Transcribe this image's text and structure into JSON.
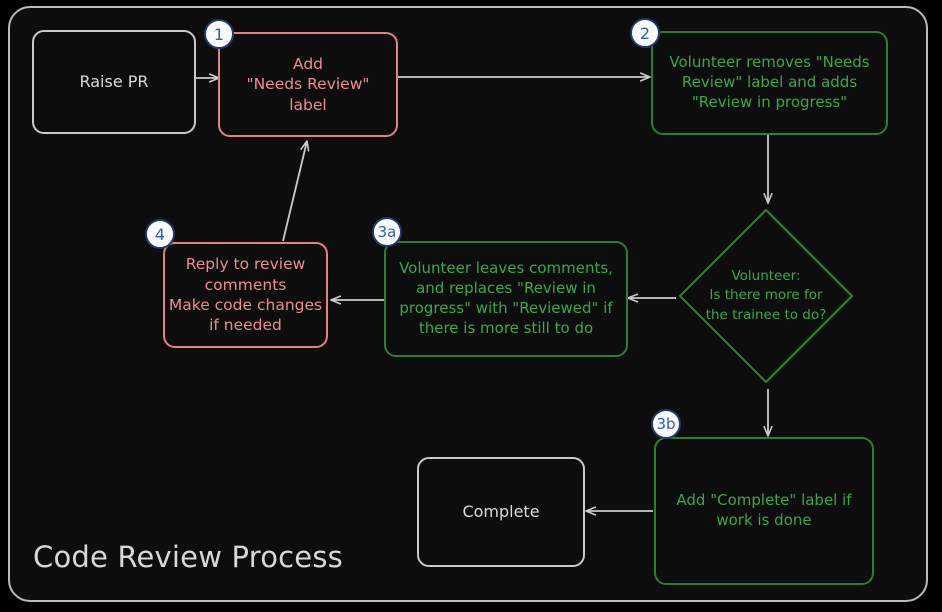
{
  "diagram": {
    "title": "Code Review Process",
    "type": "flowchart",
    "colors": {
      "page_background": "#000000",
      "frame_background": "#0d0d0d",
      "frame_border": "#b9bbbe",
      "gray_node": "#c8cace",
      "red_node": "#e4808c",
      "red_text": "#ef8b95",
      "green_node": "#2e7d32",
      "green_text": "#3aa84a",
      "badge_fill": "#fbfbfd",
      "badge_ring": "#24386e",
      "badge_text": "#2b5dbd",
      "edge": "#c9cbce"
    },
    "nodes": [
      {
        "id": "raise-pr",
        "label": "Raise PR",
        "shape": "rounded-rect",
        "style": "gray",
        "badge": null
      },
      {
        "id": "add-needs-review",
        "label": "Add\n\"Needs Review\"\nlabel",
        "shape": "rounded-rect",
        "style": "red",
        "badge": "1"
      },
      {
        "id": "volunteer-removes",
        "label": "Volunteer removes \"Needs\nReview\" label and adds\n\"Review in progress\"",
        "shape": "rounded-rect",
        "style": "green",
        "badge": "2"
      },
      {
        "id": "decision-more-work",
        "label": "Volunteer:\nIs there more for\nthe trainee to do?",
        "shape": "diamond",
        "style": "green",
        "badge": null
      },
      {
        "id": "volunteer-leaves-comments",
        "label": "Volunteer leaves comments,\nand replaces \"Review in\nprogress\" with \"Reviewed\" if\nthere is more still to do",
        "shape": "rounded-rect",
        "style": "green",
        "badge": "3a"
      },
      {
        "id": "reply-to-review",
        "label": "Reply to review\ncomments\nMake code changes\nif needed",
        "shape": "rounded-rect",
        "style": "red",
        "badge": "4"
      },
      {
        "id": "add-complete-label",
        "label": "Add \"Complete\" label if\nwork is done",
        "shape": "rounded-rect",
        "style": "green",
        "badge": "3b"
      },
      {
        "id": "complete",
        "label": "Complete",
        "shape": "rounded-rect",
        "style": "gray",
        "badge": null
      }
    ],
    "edges": [
      {
        "from": "raise-pr",
        "to": "add-needs-review",
        "label": ""
      },
      {
        "from": "add-needs-review",
        "to": "volunteer-removes",
        "label": ""
      },
      {
        "from": "volunteer-removes",
        "to": "decision-more-work",
        "label": ""
      },
      {
        "from": "decision-more-work",
        "to": "volunteer-leaves-comments",
        "label": ""
      },
      {
        "from": "decision-more-work",
        "to": "add-complete-label",
        "label": ""
      },
      {
        "from": "volunteer-leaves-comments",
        "to": "reply-to-review",
        "label": ""
      },
      {
        "from": "reply-to-review",
        "to": "add-needs-review",
        "label": ""
      },
      {
        "from": "add-complete-label",
        "to": "complete",
        "label": ""
      }
    ]
  }
}
